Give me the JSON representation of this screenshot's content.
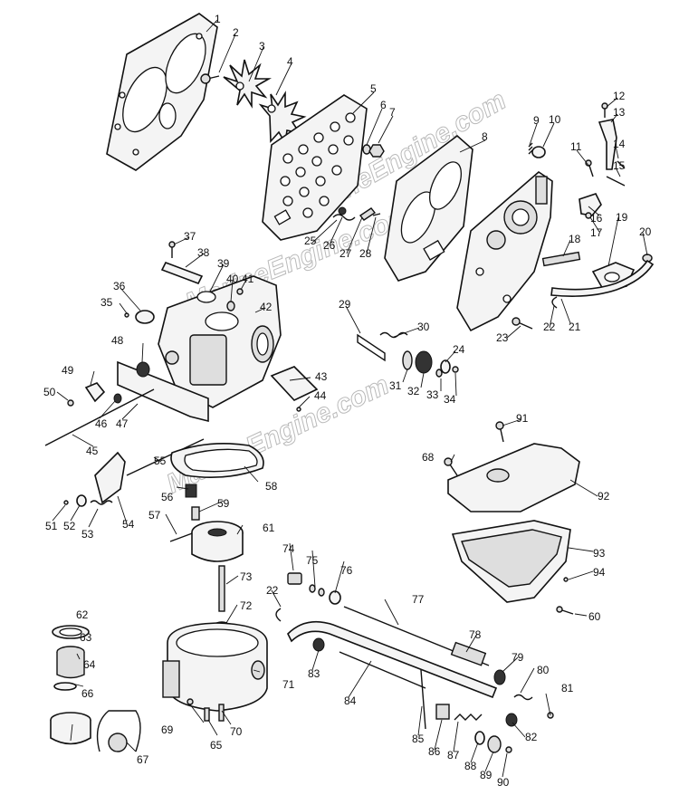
{
  "watermark": "MarineEngine.com",
  "labels": [
    "1",
    "2",
    "3",
    "4",
    "5",
    "6",
    "7",
    "8",
    "9",
    "10",
    "11",
    "12",
    "13",
    "14",
    "15",
    "16",
    "17",
    "18",
    "19",
    "20",
    "21",
    "22",
    "22",
    "23",
    "24",
    "25",
    "26",
    "27",
    "28",
    "29",
    "30",
    "31",
    "32",
    "33",
    "34",
    "35",
    "36",
    "37",
    "38",
    "39",
    "40",
    "41",
    "42",
    "43",
    "44",
    "45",
    "46",
    "47",
    "48",
    "49",
    "50",
    "51",
    "52",
    "53",
    "54",
    "55",
    "56",
    "57",
    "58",
    "59",
    "60",
    "61",
    "62",
    "63",
    "64",
    "65",
    "66",
    "67",
    "68",
    "69",
    "70",
    "71",
    "72",
    "73",
    "74",
    "75",
    "76",
    "77",
    "78",
    "79",
    "80",
    "81",
    "82",
    "83",
    "84",
    "85",
    "86",
    "87",
    "88",
    "89",
    "90",
    "91",
    "92",
    "93",
    "94"
  ]
}
